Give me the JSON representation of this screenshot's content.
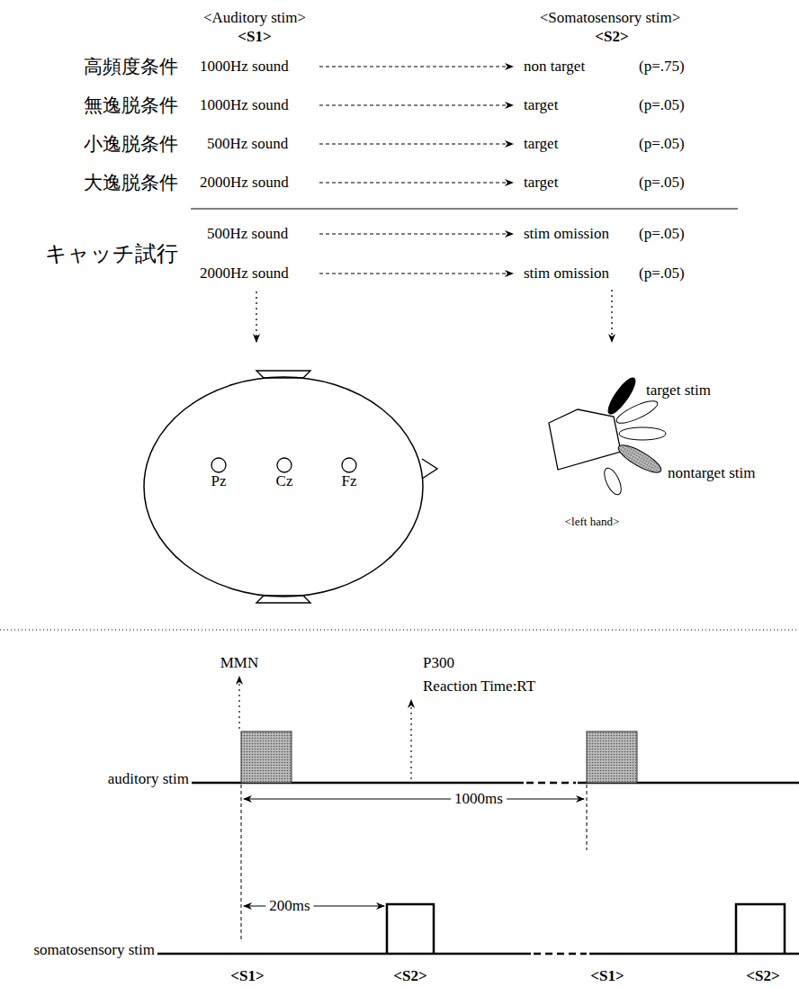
{
  "diagram": {
    "nodes": [
      {
        "text": [
          "Pz"
        ]
      },
      {
        "text": [
          "Cz"
        ]
      },
      {
        "text": [
          "Fz"
        ]
      }
    ],
    "labels": [
      "<Auditory stim>",
      "<Somatosensory stim>",
      "<S1>",
      "<S2>",
      "高頻度条件",
      "1000Hz sound",
      "non target",
      "(p=.75)",
      "無逸脱条件",
      "1000Hz sound",
      "target",
      "(p=.05)",
      "小逸脱条件",
      "500Hz sound",
      "target",
      "(p=.05)",
      "大逸脱条件",
      "2000Hz sound",
      "target",
      "(p=.05)",
      "500Hz sound",
      "stim omission",
      "(p=.05)",
      "キャッチ試行",
      "2000Hz sound",
      "stim omission",
      "(p=.05)",
      "target stim",
      "nontarget stim",
      "<left hand>",
      "MMN",
      "P300",
      "Reaction Time:RT",
      "auditory stim",
      "1000ms",
      "200ms",
      "somatosensory stim",
      "<S1>",
      "<S2>",
      "<S1>",
      "<S2>"
    ]
  }
}
